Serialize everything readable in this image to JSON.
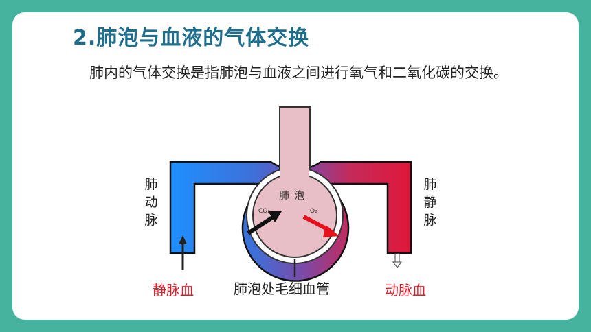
{
  "slide": {
    "title": "2.肺泡与血液的气体交换",
    "paragraph": "肺内的气体交换是指肺泡与血液之间进行氧气和二氧化碳的交换。"
  },
  "diagram": {
    "alveolus_label": "肺泡",
    "co2_label": "CO₂",
    "o2_label": "O₂",
    "pulmonary_artery": "肺动脉",
    "pulmonary_vein": "肺静脉",
    "venous_blood": "静脉血",
    "capillary_label": "肺泡处毛细血管",
    "arterial_blood": "动脉血"
  },
  "colors": {
    "background": "#45b39d",
    "title": "#1f6e8c",
    "artery_blue": "#1e90ff",
    "vein_red": "#e0183a",
    "alveolus_fill": "#e8bfc6",
    "label_red": "#e01e2b"
  }
}
